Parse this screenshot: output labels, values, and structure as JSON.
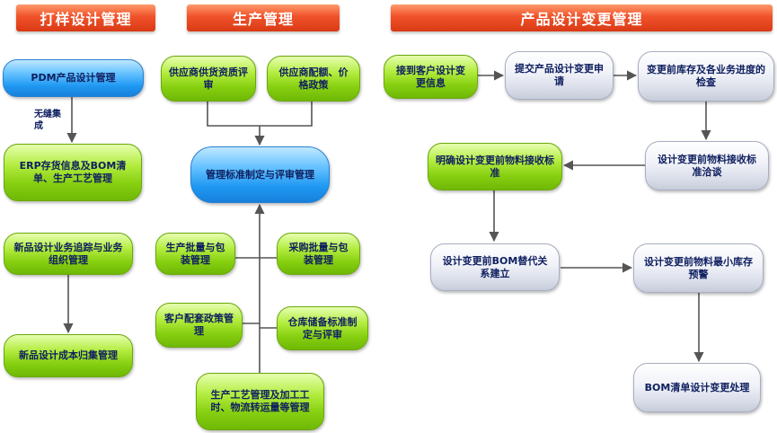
{
  "headers": {
    "sample_design": "打样设计管理",
    "production": "生产管理",
    "product_change": "产品设计变更管理"
  },
  "left": {
    "pdm": "PDM产品设计管理",
    "seamless_note": "无缝集成",
    "erp": "ERP存货信息及BOM清单、生产工艺管理",
    "new_tracking": "新品设计业务追踪与业务组织管理",
    "new_cost": "新品设计成本归集管理"
  },
  "middle": {
    "supplier_audit": "供应商供货资质评审",
    "supplier_price": "供应商配额、价格政策",
    "mgmt_std": "管理标准制定与评审管理",
    "prod_batch": "生产批量与包装管理",
    "purchase_batch": "采购批量与包装管理",
    "customer_policy": "客户配套政策管理",
    "warehouse_std": "仓库储备标准制定与评审",
    "process_mgmt": "生产工艺管理及加工工时、物流转运量等管理"
  },
  "right": {
    "receive_info": "接到客户设计变更信息",
    "submit_request": "提交产品设计变更申请",
    "inventory_check": "变更前库存及各业务进度的检查",
    "acceptance_talk": "设计变更前物料接收标准洽谈",
    "clarify_std": "明确设计变更前物料接收标准",
    "bom_relation": "设计变更前BOM替代关系建立",
    "min_stock": "设计变更前物料最小库存预警",
    "bom_process": "BOM清单设计变更处理"
  }
}
